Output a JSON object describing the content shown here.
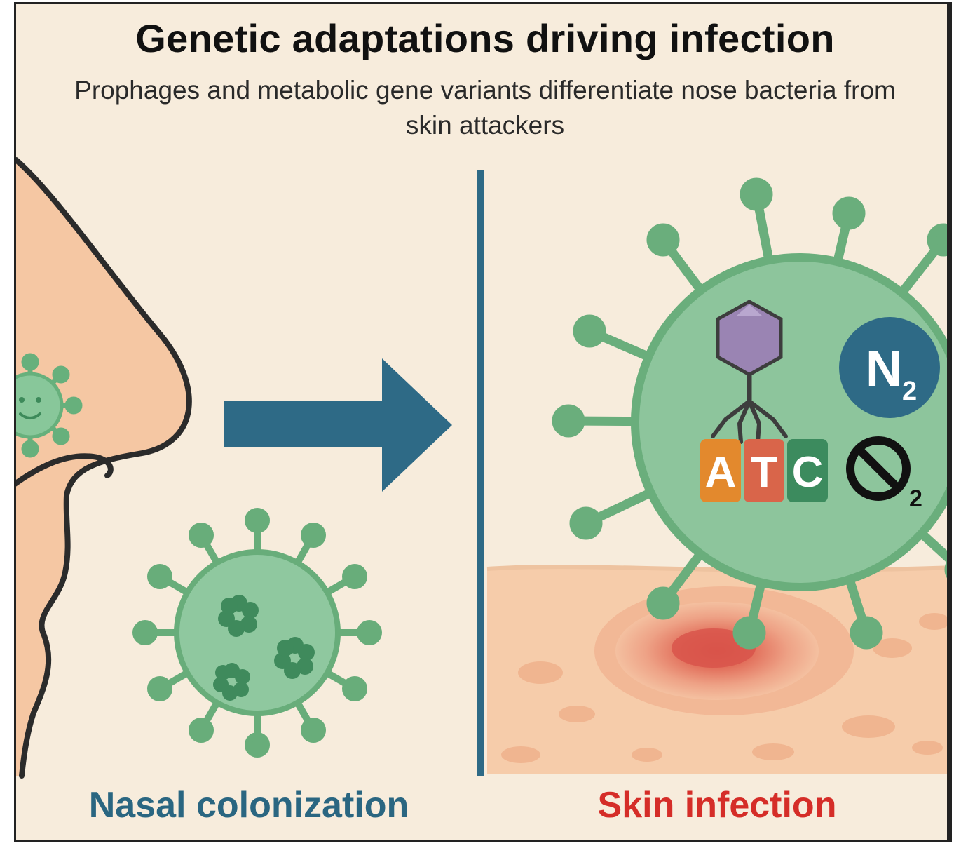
{
  "header": {
    "title": "Genetic adaptations driving infection",
    "subtitle": "Prophages and metabolic gene variants differentiate nose bacteria from skin attackers"
  },
  "labels": {
    "left": "Nasal colonization",
    "right": "Skin infection"
  },
  "icons": {
    "nitrogen_base": "N",
    "nitrogen_sub": "2",
    "dna_letters": [
      "A",
      "T",
      "C"
    ],
    "oxygen_sub": "2"
  },
  "colors": {
    "background": "#f7ecdc",
    "bacteria_green": "#8cc49c",
    "bacteria_outline": "#5aa672",
    "arrow_blue": "#2e6a86",
    "skin": "#f6c9a6",
    "infection_red": "#e0604e",
    "label_left": "#2a6681",
    "label_right": "#d52d28",
    "dna_a": "#e3892d",
    "dna_t": "#d9654a",
    "dna_c": "#3c8b5e",
    "phage_purple": "#9a84b3"
  }
}
